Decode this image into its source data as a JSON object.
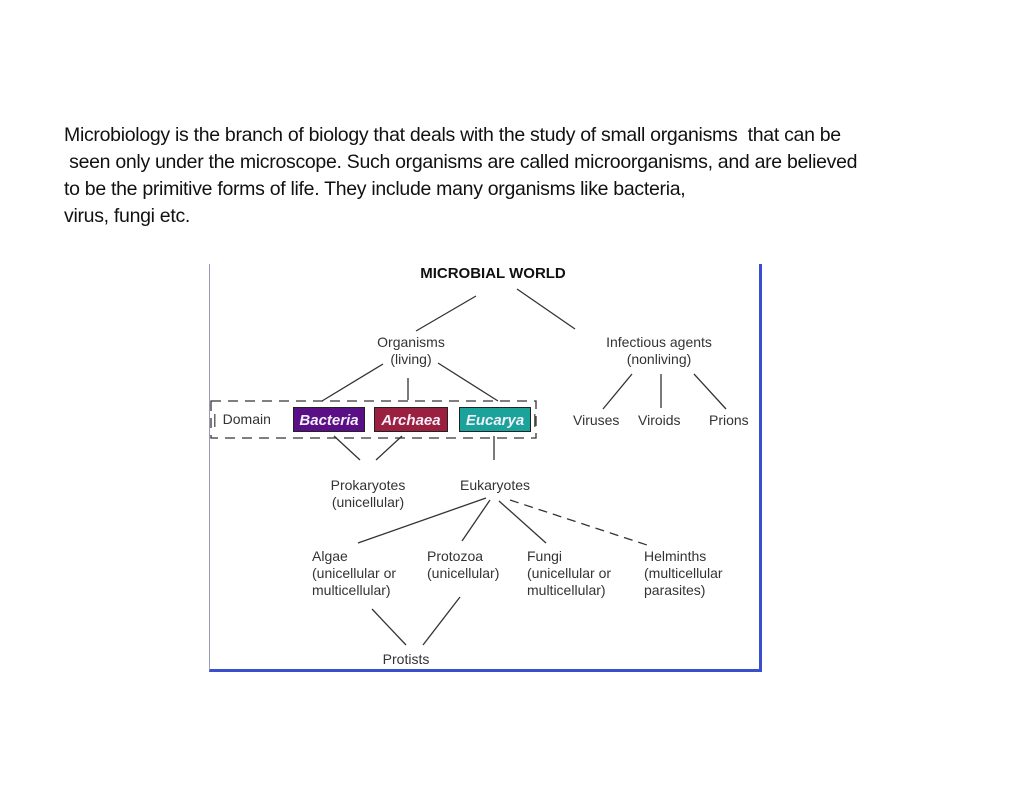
{
  "intro": {
    "lines": [
      "Microbiology is the branch of biology that deals with the study of small organisms  that can be",
      " seen only under the microscope. Such organisms are called microorganisms, and are believed",
      "to be the primitive forms of life. They include many organisms like bacteria,",
      "virus, fungi etc."
    ]
  },
  "diagram": {
    "title": "MICROBIAL WORLD",
    "organisms": {
      "name": "Organisms",
      "qualifier": "(living)"
    },
    "infectious": {
      "name": "Infectious agents",
      "qualifier": "(nonliving)"
    },
    "domain_label": "Domain",
    "domains": [
      {
        "name": "Bacteria",
        "color": "#5a0f86"
      },
      {
        "name": "Archaea",
        "color": "#9b1f3f"
      },
      {
        "name": "Eucarya",
        "color": "#1aa39a"
      }
    ],
    "agents": [
      "Viruses",
      "Viroids",
      "Prions"
    ],
    "prokaryotes": {
      "name": "Prokaryotes",
      "qualifier": "(unicellular)"
    },
    "eukaryotes": {
      "name": "Eukaryotes"
    },
    "eukaryote_groups": [
      {
        "name": "Algae",
        "line2": "(unicellular or",
        "line3": "multicellular)"
      },
      {
        "name": "Protozoa",
        "line2": "(unicellular)",
        "line3": ""
      },
      {
        "name": "Fungi",
        "line2": "(unicellular or",
        "line3": "multicellular)"
      },
      {
        "name": "Helminths",
        "line2": "(multicellular",
        "line3": "parasites)"
      }
    ],
    "protists": "Protists",
    "colors": {
      "frame_border": "#3a4fd0",
      "line": "#333333"
    }
  }
}
